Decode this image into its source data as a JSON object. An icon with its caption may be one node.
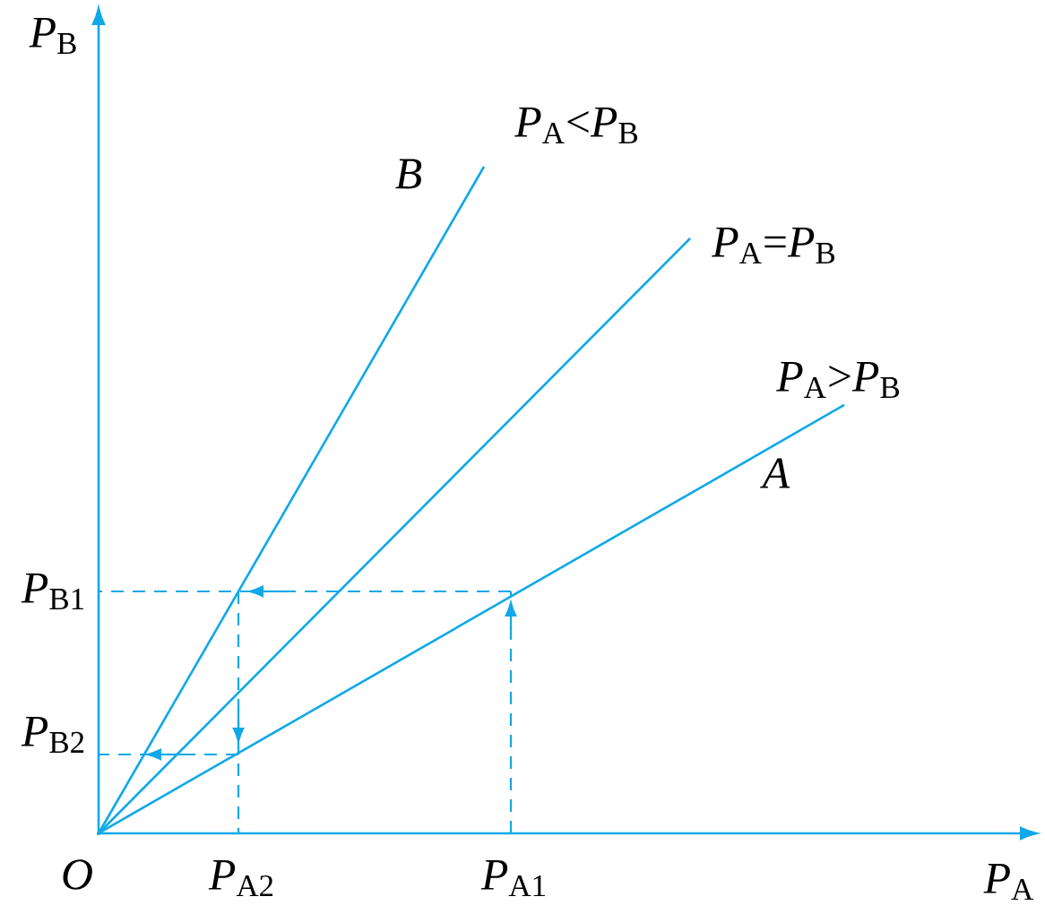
{
  "diagram": {
    "labels": [
      "*P*$_{B}$",
      "*P*$_{A}$<*P*$_{B}$",
      "*B*",
      "*P*$_{A}$=*P*$_{B}$",
      "*P*$_{A}$>*P*$_{B}$",
      "*A*",
      "*P*$_{B1}$",
      "*P*$_{B2}$",
      "*O*",
      "*P*$_{A2}$",
      "*P*$_{A1}$",
      "*P*$_{A}$"
    ]
  }
}
